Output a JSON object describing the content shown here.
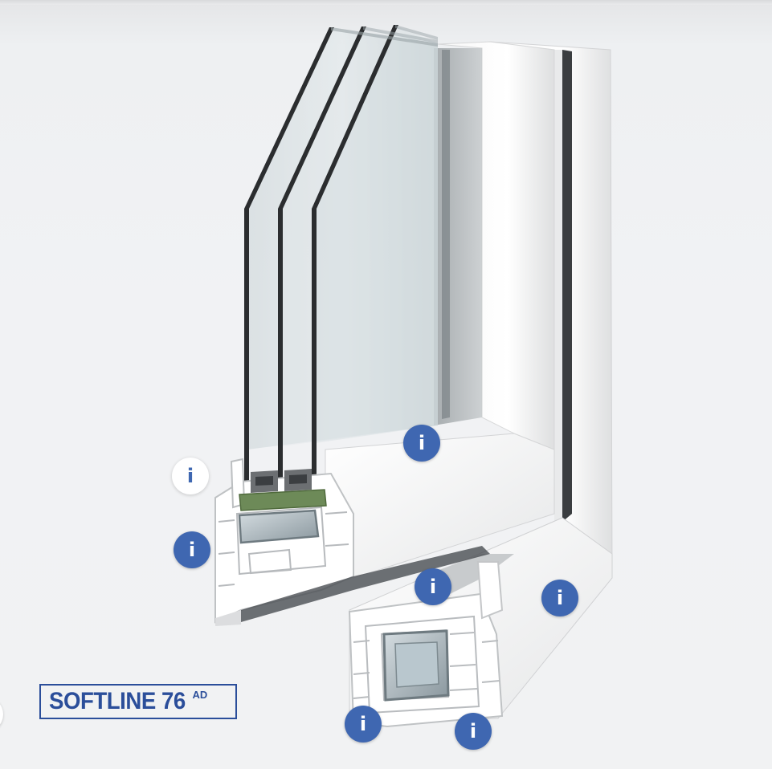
{
  "brand": {
    "name": "SOFTLINE 76",
    "superscript": "AD",
    "color": "#2b4e9a"
  },
  "hotspots": {
    "glyph": "i",
    "accent_color": "#3f67b1",
    "items": [
      {
        "id": "sash-surface",
        "active": false
      },
      {
        "id": "glazing-bead",
        "active": true
      },
      {
        "id": "sash-chamber",
        "active": false
      },
      {
        "id": "center-seal",
        "active": false
      },
      {
        "id": "frame-surface",
        "active": false
      },
      {
        "id": "frame-bottom-left",
        "active": false
      },
      {
        "id": "frame-bottom-right",
        "active": false
      }
    ]
  }
}
